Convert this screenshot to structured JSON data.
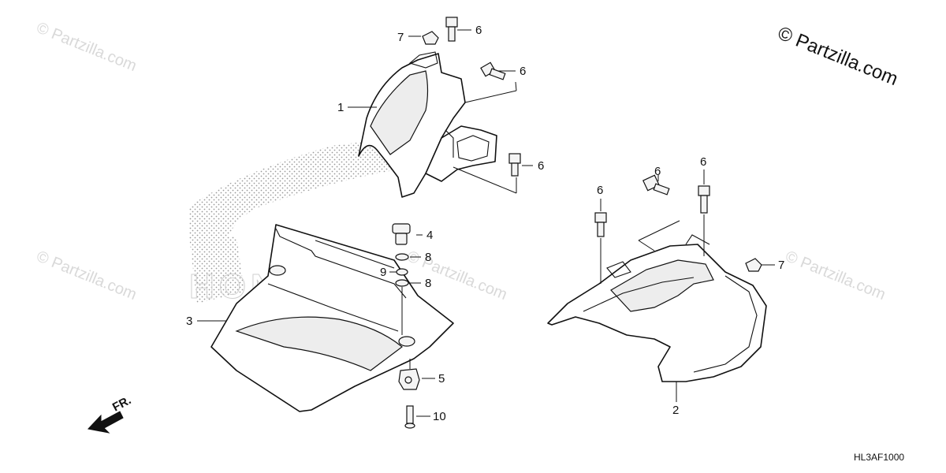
{
  "watermark": {
    "text": "© Partzilla.com"
  },
  "brand": {
    "text": "© Partzilla.com"
  },
  "diagram_code": "HL3AF1000",
  "front_indicator": {
    "label": "FR.",
    "icon": "front-direction-arrow-icon"
  },
  "callouts": {
    "part_1": "1",
    "part_2": "2",
    "part_3": "3",
    "part_4": "4",
    "part_5": "5",
    "part_6": "6",
    "part_7": "7",
    "part_8": "8",
    "part_9": "9",
    "part_10": "10"
  }
}
